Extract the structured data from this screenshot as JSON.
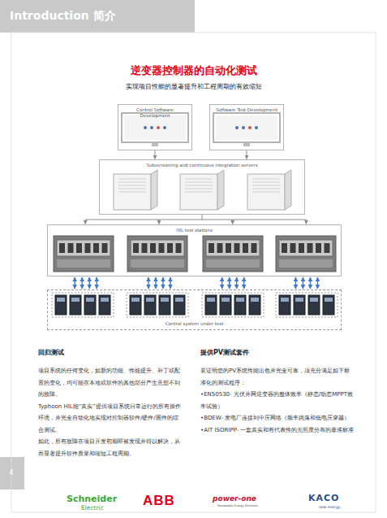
{
  "diagram": {
    "title": "逆变器控制器的自动化测试",
    "nodes": [
      {
        "text": [
          "Control Software Development"
        ]
      },
      {
        "text": [
          "Software Test Development"
        ]
      },
      {
        "text": [
          "Subversioning and continuous integration servers"
        ]
      },
      {
        "text": [
          "HIL test stations"
        ]
      },
      {
        "text": [
          "Control system under test"
        ]
      }
    ],
    "edges": [
      {
        "from": 0,
        "to": 2,
        "arrow": "to"
      },
      {
        "from": 1,
        "to": 2,
        "arrow": "to"
      },
      {
        "from": 2,
        "to": 3,
        "arrow": "to"
      },
      {
        "from": 3,
        "to": 4,
        "arrow": "both"
      }
    ],
    "labels": [
      "Introduction 简介",
      "实现项目性能的显著提升和工程周期的有效缩短",
      "回归测试",
      "项目系统的任何变化，如新的功能、性能提升、补丁或配置的变化，均可能在本地或软件的其他部分产生意想不到的故障。",
      "Typhoon HIL能“真实”提供项目系统日常运行的所有操作环境，并完全自动化地实现对控制器软件/硬件/固件的综合测试。",
      "如此，所有故障在项目开发初期即被发现并得以解决，从而显著提升软件质量和缩短工程周期。",
      "提供PV测试套件",
      "要证明您的PV系统性能出色并完全可靠，须充分满足如下标准化的测试程序：",
      "•EN50530- 光伏并网逆变器的整体效率（静态/动态MPPT效率试验）",
      "•BDEW- 发电厂连接到中压网络（频率跳落和低电压穿越）",
      "•AIT ISORIPP- 一套真实和有代表性的光照度分布的基准标准",
      "4",
      "Schneider",
      "Electric",
      "ABB",
      "power-one",
      "Renewable Energy Solutions",
      "KACO",
      "new energy"
    ]
  }
}
